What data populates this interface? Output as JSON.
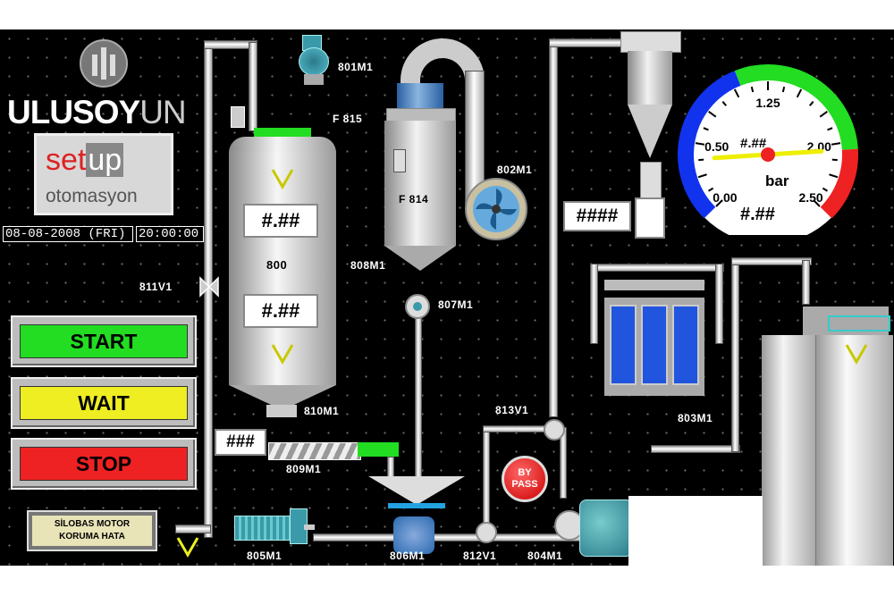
{
  "brand": {
    "name_part1": "ULUSOY",
    "name_part2": "UN",
    "setup_part1": "set",
    "setup_part2": "up",
    "setup_sub": "otomasyon"
  },
  "status": {
    "date": "08-08-2008 (FRI)",
    "time": "20:00:00"
  },
  "buttons": {
    "start": "START",
    "wait": "WAIT",
    "stop": "STOP",
    "bypass": "BY PASS",
    "bypass_line1": "BY",
    "bypass_line2": "PASS"
  },
  "alarm": {
    "line1": "SİLOBAS MOTOR",
    "line2": "KORUMA HATA"
  },
  "tank800": {
    "label": "800",
    "value_top": "#.##",
    "value_bottom": "#.##"
  },
  "filter814": {
    "label": "F 814"
  },
  "displays": {
    "screw": "###",
    "counter": "####"
  },
  "gauge": {
    "unit": "bar",
    "readout_top": "#.##",
    "readout_bottom": "#.##",
    "ticks": [
      "0.00",
      "0.50",
      "1.25",
      "2.00",
      "2.50"
    ],
    "min": 0,
    "max": 2.5,
    "needle_value": 2.05
  },
  "equipment": {
    "m801": "801M1",
    "f815": "F 815",
    "m802": "802M1",
    "m808": "808M1",
    "m807": "807M1",
    "v811": "811V1",
    "m810": "810M1",
    "m809": "809M1",
    "v813": "813V1",
    "m803": "803M1",
    "m805": "805M1",
    "m806": "806M1",
    "v812": "812V1",
    "m804": "804M1"
  },
  "colors": {
    "start": "#22dd22",
    "wait": "#eeee22",
    "stop": "#ee2222",
    "level": "#22dd22",
    "gauge_blue": "#1133ee",
    "gauge_green": "#22dd22",
    "gauge_red": "#ee2222",
    "motor": "#3a9aaa"
  }
}
